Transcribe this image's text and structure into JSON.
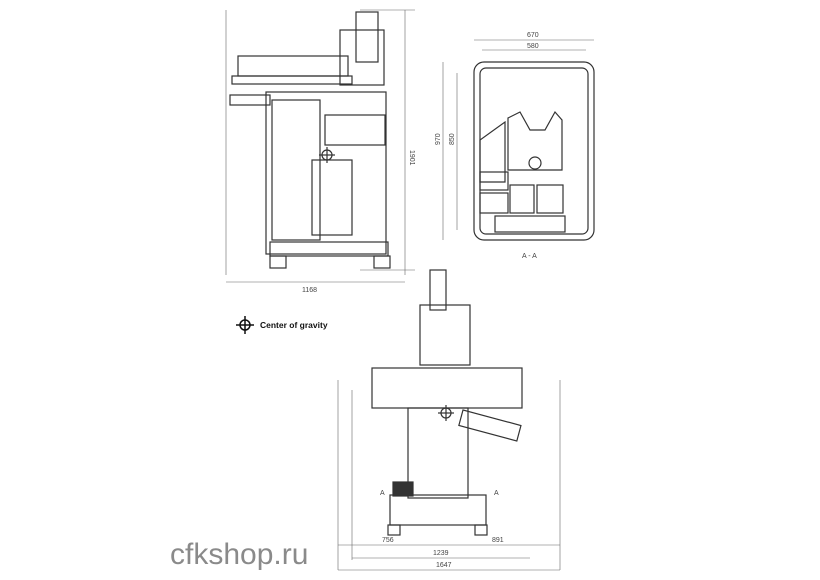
{
  "side_view": {
    "height_dim": "1901",
    "width_dim": "1168"
  },
  "section_view": {
    "outer_width_dim": "670",
    "inner_width_dim": "580",
    "outer_height_dim": "970",
    "inner_height_dim": "850",
    "label": "A - A"
  },
  "front_view": {
    "left_dim": "756",
    "right_dim": "891",
    "inner_total_dim": "1239",
    "total_dim": "1647",
    "section_marker": "A"
  },
  "legend": {
    "label": "Center of gravity"
  },
  "watermark": "cfkshop.ru"
}
